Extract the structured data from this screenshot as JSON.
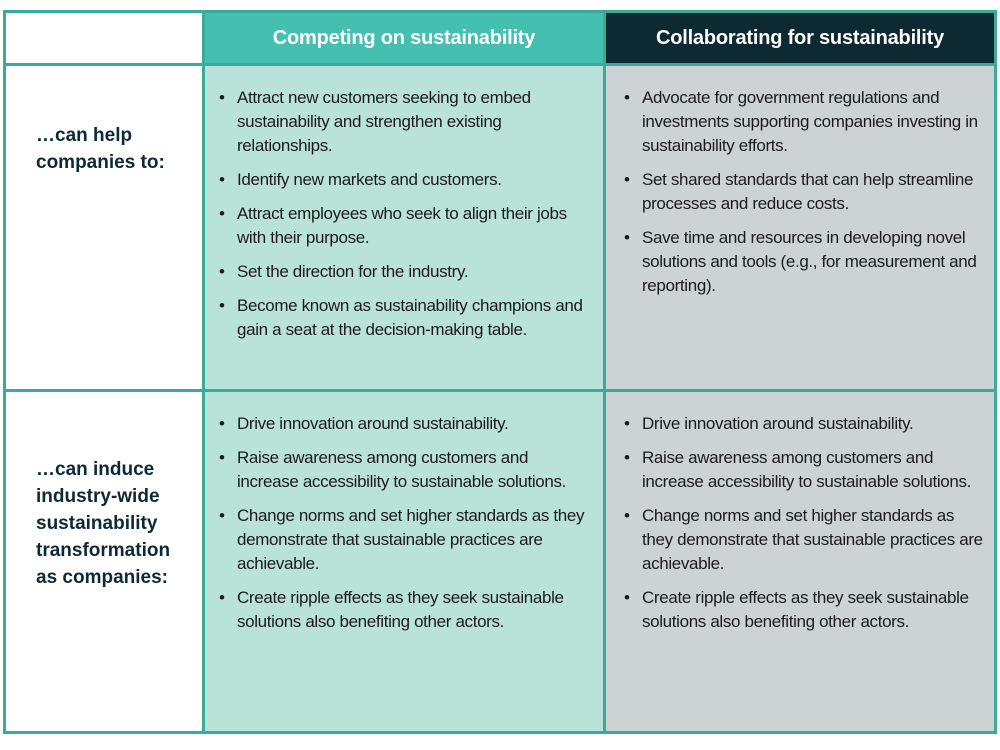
{
  "headers": {
    "competing": "Competing on sustainability",
    "collaborating": "Collaborating for sustainability"
  },
  "rows": [
    {
      "label": "…can help companies to:",
      "competing": [
        "Attract new customers seeking to embed sustainability and strengthen existing relationships.",
        "Identify new markets and customers.",
        "Attract employees who seek to align their jobs with their purpose.",
        "Set the direction for the industry.",
        "Become known as sustainability champions and gain a seat at the decision-making table."
      ],
      "collaborating": [
        "Advocate for government regulations and investments supporting companies investing in sustainability efforts.",
        "Set shared standards that can help streamline processes and reduce costs.",
        "Save time and resources in developing novel solutions and tools (e.g., for measurement and reporting)."
      ]
    },
    {
      "label": "…can induce industry-wide sustainability transformation as companies:",
      "competing": [
        "Drive innovation around sustainability.",
        "Raise awareness among customers and increase accessibility to sustainable solutions.",
        "Change norms and set higher standards as they demonstrate that sustainable practices are achievable.",
        "Create ripple effects as they seek sustainable solutions also benefiting other actors."
      ],
      "collaborating": [
        "Drive innovation around sustainability.",
        "Raise awareness among customers and increase accessibility to sustainable solutions.",
        "Change norms and set higher standards as they demonstrate that sustainable practices are achievable.",
        "Create ripple effects as they seek sustainable solutions also benefiting other actors."
      ]
    }
  ],
  "bullet": "•",
  "colors": {
    "border": "#3aab9b",
    "competing_header": "#45bfb0",
    "collaborating_header": "#0d2a33",
    "competing_cell": "#b9e2d8",
    "collaborating_cell": "#cdd2d4",
    "label_text": "#0d2a33"
  }
}
